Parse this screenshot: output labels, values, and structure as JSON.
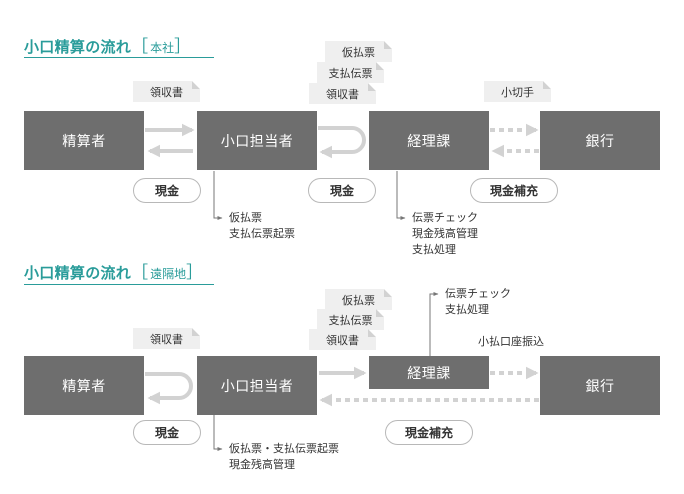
{
  "section_head_office": {
    "title": "小口精算の流れ",
    "tag": "本社",
    "nodes": {
      "settler": "精算者",
      "petty_cash": "小口担当者",
      "accounting": "経理課",
      "bank": "銀行"
    },
    "docs": {
      "receipt": "領収書",
      "provisional": "仮払票",
      "payment_slip": "支払伝票",
      "receipt2": "領収書",
      "check": "小切手"
    },
    "pills": {
      "cash1": "現金",
      "cash2": "現金",
      "cash_replenish": "現金補充"
    },
    "notes": {
      "petty_cash": [
        "仮払票",
        "支払伝票起票"
      ],
      "accounting": [
        "伝票チェック",
        "現金残高管理",
        "支払処理"
      ]
    }
  },
  "section_remote": {
    "title": "小口精算の流れ",
    "tag": "遠隔地",
    "nodes": {
      "settler": "精算者",
      "petty_cash": "小口担当者",
      "accounting": "経理課",
      "bank": "銀行"
    },
    "docs": {
      "receipt": "領収書",
      "provisional": "仮払票",
      "payment_slip": "支払伝票",
      "receipt2": "領収書"
    },
    "pills": {
      "cash": "現金",
      "cash_replenish": "現金補充"
    },
    "bank_label": "小払口座振込",
    "notes": {
      "accounting": [
        "伝票チェック",
        "支払処理"
      ],
      "petty_cash": [
        "仮払票・支払伝票起票",
        "現金残高管理"
      ]
    }
  },
  "colors": {
    "accent": "#2a9c9a",
    "node": "#6e6e6e",
    "arrow": "#d2d2d2",
    "doc": "#efefef"
  }
}
